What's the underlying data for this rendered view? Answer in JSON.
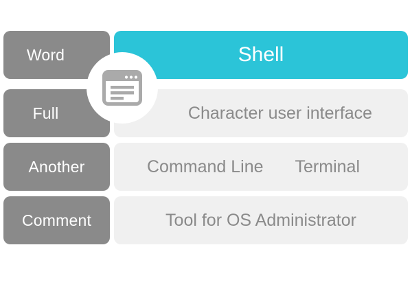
{
  "infographic": {
    "title_term": "Shell",
    "colors": {
      "accent": "#2bc4d8",
      "label_gray": "#8a8a8a",
      "panel_gray": "#f0f0f0",
      "icon_gray": "#aaaaaa",
      "text_white": "#ffffff"
    },
    "badge": {
      "icon": "terminal-window-icon"
    },
    "rows": [
      {
        "label": "Word",
        "values": [
          "Shell"
        ],
        "highlighted": true
      },
      {
        "label": "Full",
        "values": [
          "Character user interface"
        ],
        "highlighted": false
      },
      {
        "label": "Another",
        "values": [
          "Command Line",
          "Terminal"
        ],
        "highlighted": false
      },
      {
        "label": "Comment",
        "values": [
          "Tool for OS Administrator"
        ],
        "highlighted": false
      }
    ]
  }
}
